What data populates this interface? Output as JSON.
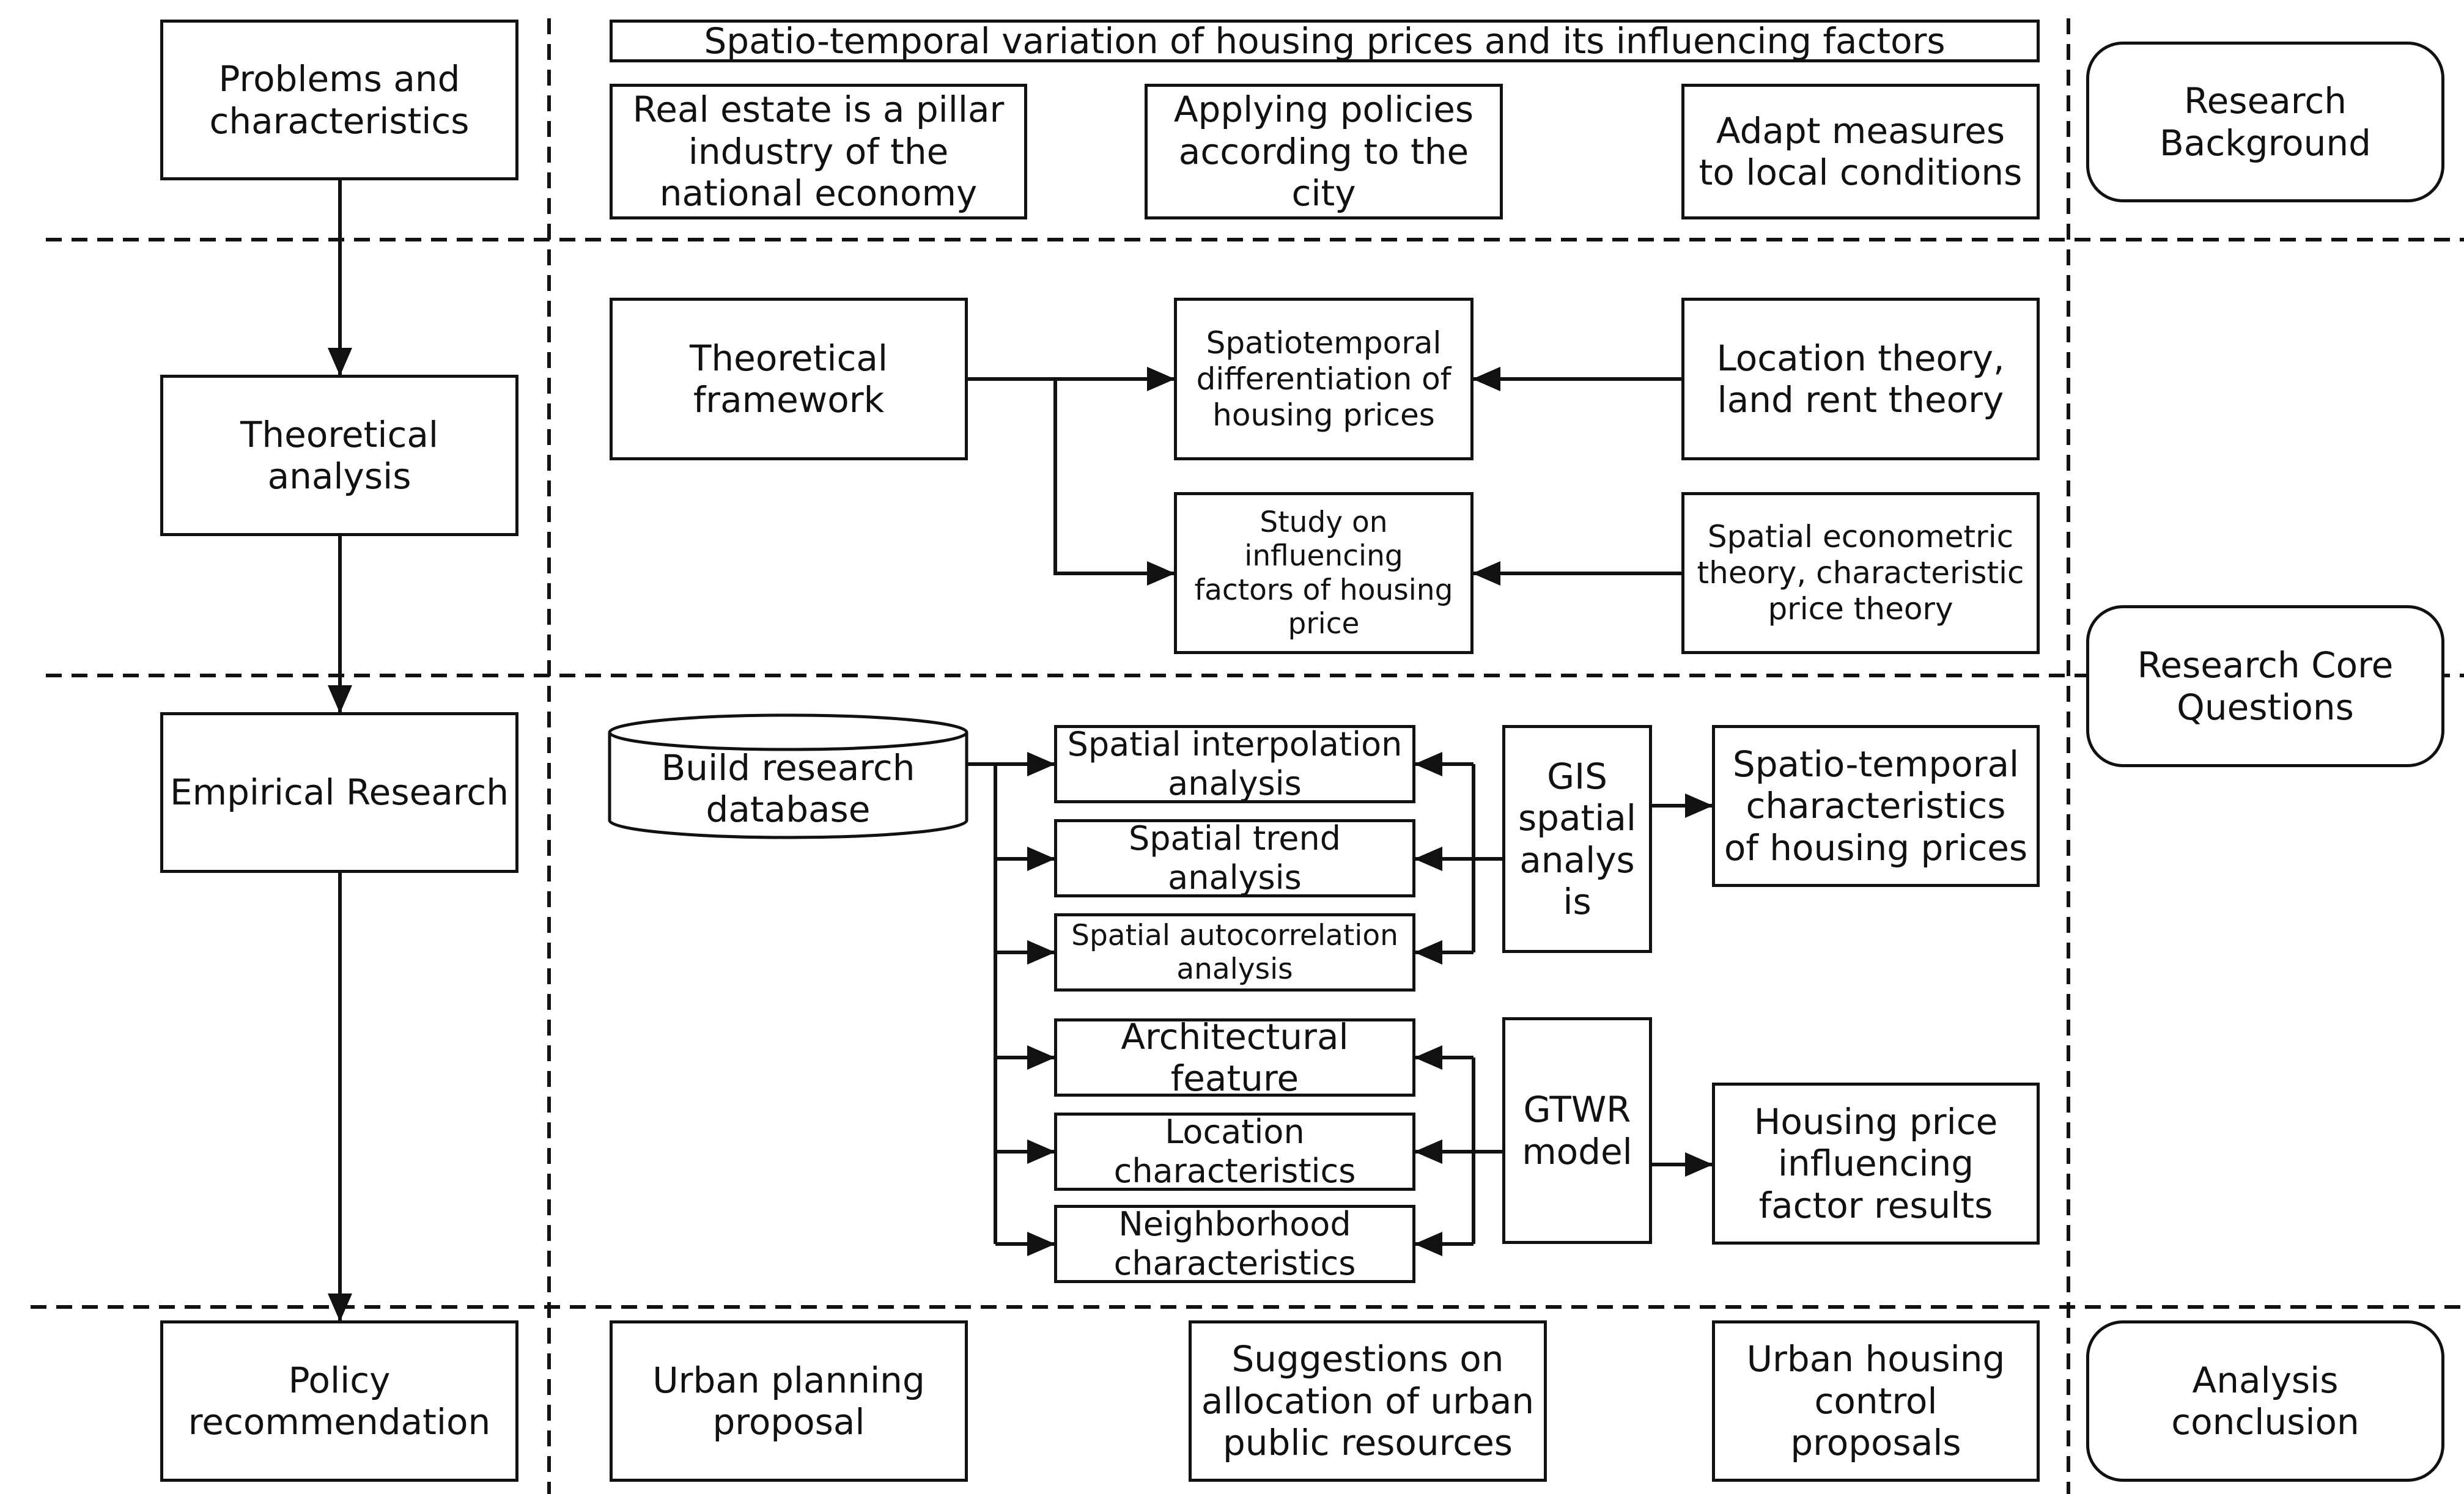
{
  "left_column": {
    "problems": "Problems and characteristics",
    "theoretical": "Theoretical analysis",
    "empirical": "Empirical Research",
    "policy": "Policy recommendation"
  },
  "background_section": {
    "title": "Spatio-temporal variation of housing prices and its influencing factors",
    "item1": "Real estate is a pillar industry of the national economy",
    "item2": "Applying policies according to the city",
    "item3": "Adapt measures to local conditions"
  },
  "theory_section": {
    "framework": "Theoretical framework",
    "differentiation": "Spatiotemporal differentiation of housing prices",
    "factors_study": "Study on influencing factors of housing price",
    "location_theory": "Location theory, land rent theory",
    "econometric_theory": "Spatial econometric theory, characteristic price theory"
  },
  "empirical_section": {
    "database": "Build research database",
    "interpolation": "Spatial interpolation analysis",
    "trend": "Spatial trend analysis",
    "autocorrelation": "Spatial autocorrelation analysis",
    "architectural": "Architectural feature",
    "location_chars": "Location characteristics",
    "neighborhood": "Neighborhood characteristics",
    "gis": "GIS spatial analys is",
    "gtwr": "GTWR model",
    "spatio_temporal_results": "Spatio-temporal characteristics of housing prices",
    "factor_results": "Housing price influencing factor results"
  },
  "conclusion_section": {
    "urban_planning": "Urban planning proposal",
    "public_resources": "Suggestions on allocation of urban public resources",
    "housing_control": "Urban housing control proposals"
  },
  "right_column": {
    "background": "Research Background",
    "core_questions": "Research Core Questions",
    "conclusion": "Analysis conclusion"
  }
}
